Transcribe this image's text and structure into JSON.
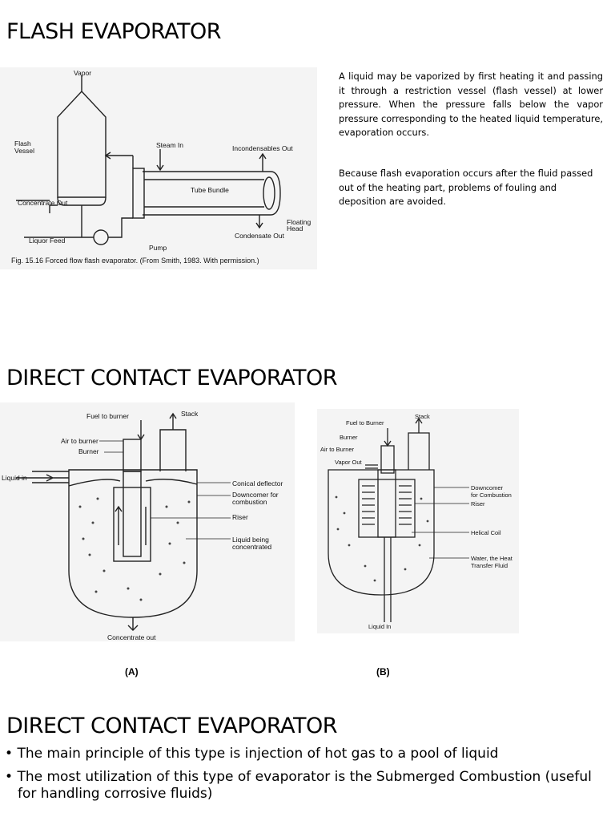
{
  "flash": {
    "title": "FLASH EVAPORATOR",
    "para1": "A liquid may be vaporized by first heating it and passing it through a restriction vessel (flash vessel) at lower pressure. When the pressure falls below the vapor pressure corresponding to the heated liquid temperature, evaporation occurs.",
    "para2": "Because flash evaporation occurs after the fluid passed out of the heating part, problems of fouling and deposition are avoided.",
    "figure": {
      "labels": {
        "vapor": "Vapor",
        "flash_vessel_1": "Flash",
        "flash_vessel_2": "Vessel",
        "steam_in": "Steam In",
        "incondensables_out": "Incondensables Out",
        "tube_bundle": "Tube Bundle",
        "concentrate_out": "Concentrate Out",
        "floating_head_1": "Floating",
        "floating_head_2": "Head",
        "condensate_out": "Condensate Out",
        "liquor_feed": "Liquor Feed",
        "pump": "Pump"
      },
      "caption": "Fig. 15.16   Forced flow flash evaporator. (From Smith, 1983. With permission.)"
    }
  },
  "direct1": {
    "title": "DIRECT CONTACT EVAPORATOR",
    "figA": {
      "fuel_to_burner": "Fuel to burner",
      "stack": "Stack",
      "air_to_burner": "Air to burner",
      "burner": "Burner",
      "liquid_in": "Liquid in",
      "conical_deflector": "Conical deflector",
      "downcomer_1": "Downcomer for",
      "downcomer_2": "combustion",
      "riser": "Riser",
      "liquid_being_1": "Liquid being",
      "liquid_being_2": "concentrated",
      "concentrate_out": "Concentrate out"
    },
    "figB": {
      "fuel_to_burner": "Fuel to Burner",
      "stack": "Stack",
      "burner": "Burner",
      "air_to_burner": "Air to Burner",
      "vapor_out": "Vapor Out",
      "downcomer_1": "Downcomer",
      "downcomer_2": "for Combustion",
      "riser": "Riser",
      "helical_coil": "Helical Coil",
      "water_1": "Water, the Heat",
      "water_2": "Transfer Fluid",
      "liquid_in": "Liquid In"
    },
    "label_a": "(A)",
    "label_b": "(B)"
  },
  "direct2": {
    "title": "DIRECT CONTACT EVAPORATOR",
    "bullets": [
      "The main principle of this type is injection of hot gas to a pool of liquid",
      "The most utilization of this type of evaporator is the Submerged Combustion (useful for handling corrosive fluids)"
    ]
  }
}
